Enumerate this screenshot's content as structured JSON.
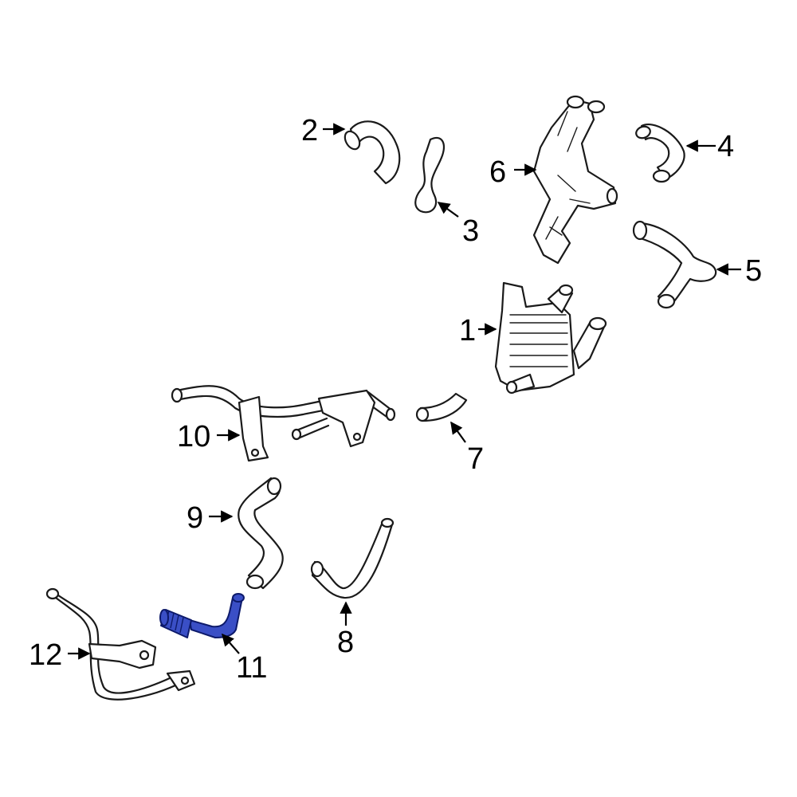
{
  "callouts": [
    "1",
    "2",
    "3",
    "4",
    "5",
    "6",
    "7",
    "8",
    "9",
    "10",
    "11",
    "12"
  ],
  "highlight_color": "#3a4fc6",
  "highlighted_part": "11"
}
